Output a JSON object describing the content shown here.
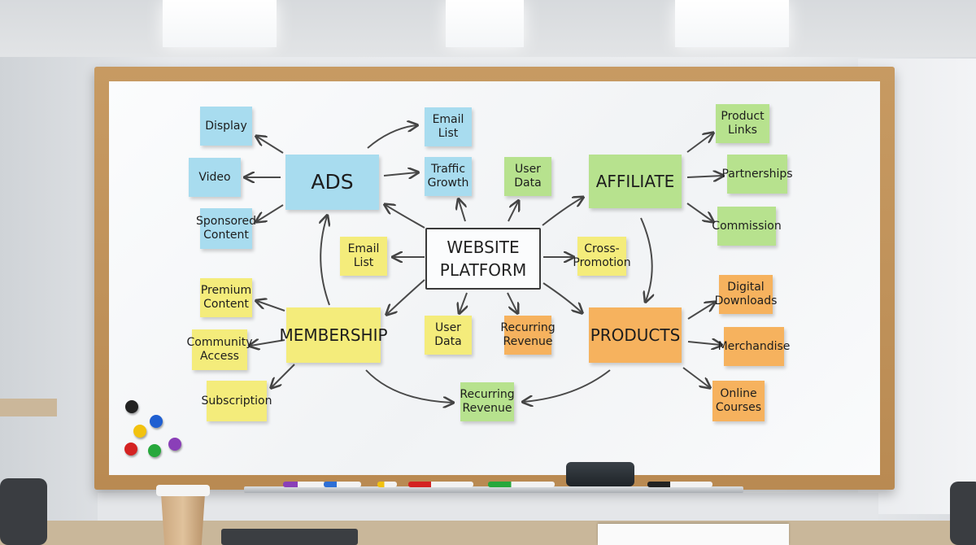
{
  "center": {
    "label": "WEBSITE\nPLATFORM"
  },
  "notes": [
    {
      "id": "ads",
      "text": "ADS",
      "color": "#a8dcef"
    },
    {
      "id": "display",
      "text": "Display",
      "color": "#a8dcef"
    },
    {
      "id": "video",
      "text": "Video",
      "color": "#a8dcef"
    },
    {
      "id": "sponsored-content",
      "text": "Sponsored\nContent",
      "color": "#a8dcef"
    },
    {
      "id": "email-list-top",
      "text": "Email\nList",
      "color": "#a8dcef"
    },
    {
      "id": "traffic-growth",
      "text": "Traffic\nGrowth",
      "color": "#a8dcef"
    },
    {
      "id": "user-data-top",
      "text": "User\nData",
      "color": "#b7e28e"
    },
    {
      "id": "affiliate",
      "text": "AFFILIATE",
      "color": "#b7e28e"
    },
    {
      "id": "product-links",
      "text": "Product\nLinks",
      "color": "#b7e28e"
    },
    {
      "id": "partnerships",
      "text": "Partnerships",
      "color": "#b7e28e"
    },
    {
      "id": "commission",
      "text": "Commission",
      "color": "#b7e28e"
    },
    {
      "id": "email-list-mid",
      "text": "Email\nList",
      "color": "#f4ec7b"
    },
    {
      "id": "cross-promotion",
      "text": "Cross-\nPromotion",
      "color": "#f4ec7b"
    },
    {
      "id": "membership",
      "text": "MEMBERSHIP",
      "color": "#f4ec7b"
    },
    {
      "id": "premium-content",
      "text": "Premium\nContent",
      "color": "#f4ec7b"
    },
    {
      "id": "community-access",
      "text": "Community\nAccess",
      "color": "#f4ec7b"
    },
    {
      "id": "subscription",
      "text": "Subscription",
      "color": "#f4ec7b"
    },
    {
      "id": "user-data-bottom",
      "text": "User\nData",
      "color": "#f4ec7b"
    },
    {
      "id": "recurring-revenue-mid",
      "text": "Recurring\nRevenue",
      "color": "#f6b25e"
    },
    {
      "id": "recurring-revenue-bottom",
      "text": "Recurring\nRevenue",
      "color": "#b7e28e"
    },
    {
      "id": "products",
      "text": "PRODUCTS",
      "color": "#f6b25e"
    },
    {
      "id": "digital-downloads",
      "text": "Digital\nDownloads",
      "color": "#f6b25e"
    },
    {
      "id": "merchandise",
      "text": "Merchandise",
      "color": "#f6b25e"
    },
    {
      "id": "online-courses",
      "text": "Online\nCourses",
      "color": "#f6b25e"
    }
  ],
  "magnet_colors": [
    "#222222",
    "#1f5fd1",
    "#f2c20f",
    "#d42222",
    "#27a83c",
    "#8a3fb8"
  ],
  "marker_colors": [
    "#8a3fb8",
    "#2d6fd6",
    "#f2c20f",
    "#d42222",
    "#27a83c",
    "#222222"
  ]
}
